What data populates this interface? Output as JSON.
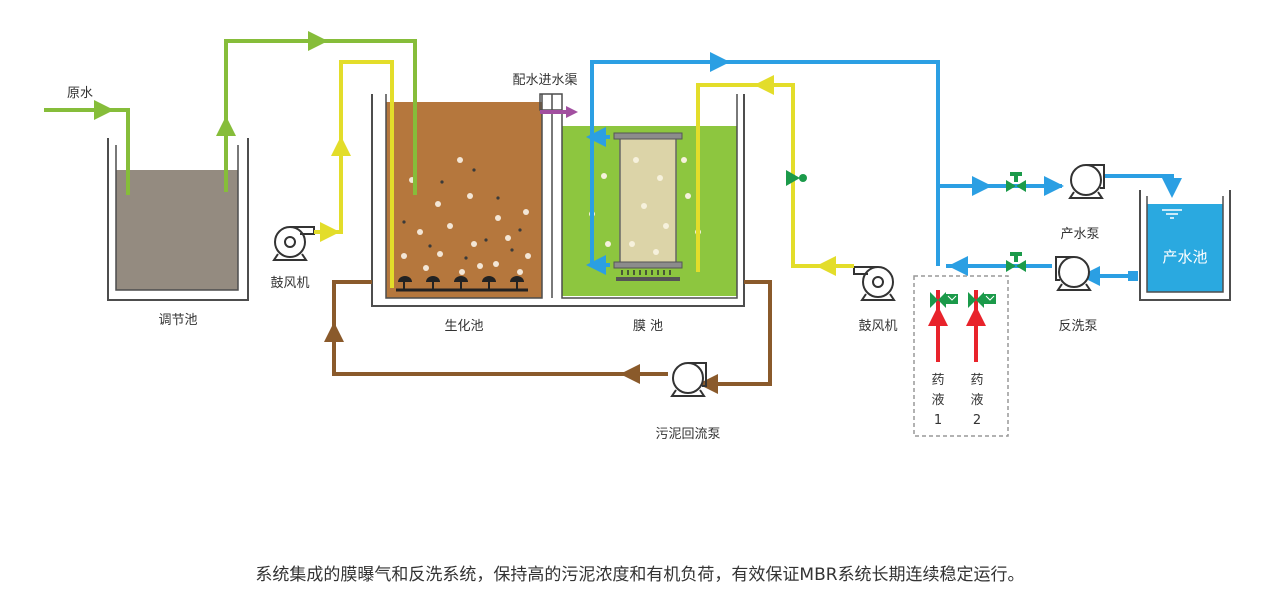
{
  "labels": {
    "raw_water": "原水",
    "regulating_tank": "调节池",
    "blower_1": "鼓风机",
    "bio_tank": "生化池",
    "membrane_tank": "膜 池",
    "inlet_channel": "配水进水渠",
    "blower_2": "鼓风机",
    "sludge_return_pump": "污泥回流泵",
    "product_pump": "产水泵",
    "product_tank": "产水池",
    "backwash_pump": "反洗泵",
    "chemical_1": [
      "药",
      "液",
      "1"
    ],
    "chemical_2": [
      "药",
      "液",
      "2"
    ]
  },
  "caption": "系统集成的膜曝气和反洗系统，保持高的污泥浓度和有机负荷，有效保证MBR系统长期连续稳定运行。",
  "colors": {
    "raw_water_line": "#86bd3a",
    "air_line": "#e3dd2a",
    "clean_water_line": "#2b9fe3",
    "sludge_line": "#8a5a2b",
    "chemical_line": "#e8232b",
    "distribution_line": "#a24fa0",
    "valve": "#1b9a4a",
    "bio_liquid": "#b5773d",
    "membrane_liquid": "#8dc63f",
    "regulating_liquid": "#948b80",
    "product_water": "#2aa9e0"
  }
}
